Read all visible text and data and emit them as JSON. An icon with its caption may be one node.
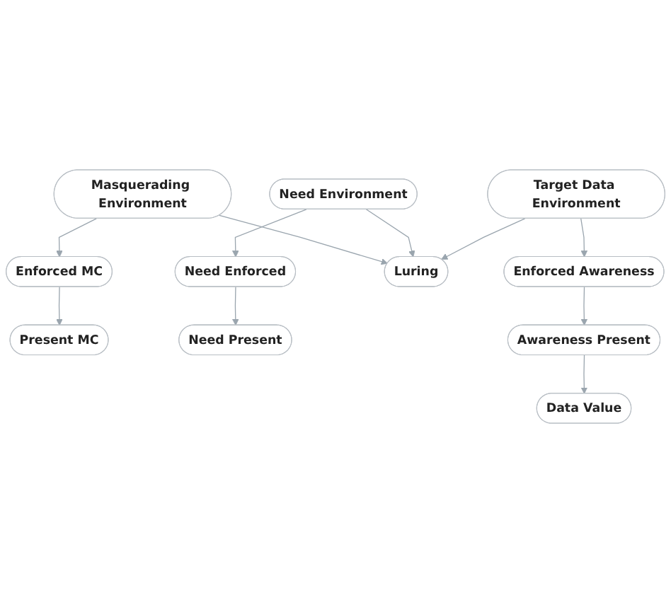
{
  "diagram": {
    "nodes": [
      {
        "text": [
          "Enforced MC"
        ]
      },
      {
        "text": [
          "Present MC"
        ]
      },
      {
        "text": [
          "Need Enforced"
        ]
      },
      {
        "text": [
          "Need Present"
        ]
      },
      {
        "text": [
          "Masquerading Environment"
        ]
      },
      {
        "text": [
          "Need Environment"
        ]
      },
      {
        "text": [
          "Luring"
        ]
      },
      {
        "text": [
          "Target Data Environment"
        ]
      },
      {
        "text": [
          "Enforced Awareness"
        ]
      },
      {
        "text": [
          "Awareness Present"
        ]
      },
      {
        "text": [
          "Data Value"
        ]
      }
    ],
    "edges": [
      {
        "from": 0,
        "to": 1,
        "arrow": "to"
      },
      {
        "from": 4,
        "to": 0,
        "arrow": "to"
      },
      {
        "from": 2,
        "to": 3,
        "arrow": "to"
      },
      {
        "from": 5,
        "to": 2,
        "arrow": "to"
      },
      {
        "from": 4,
        "to": 6,
        "arrow": "to"
      },
      {
        "from": 5,
        "to": 6,
        "arrow": "to"
      },
      {
        "from": 7,
        "to": 6,
        "arrow": "to"
      },
      {
        "from": 7,
        "to": 8,
        "arrow": "to"
      },
      {
        "from": 8,
        "to": 9,
        "arrow": "to"
      },
      {
        "from": 9,
        "to": 10,
        "arrow": "to"
      }
    ]
  }
}
